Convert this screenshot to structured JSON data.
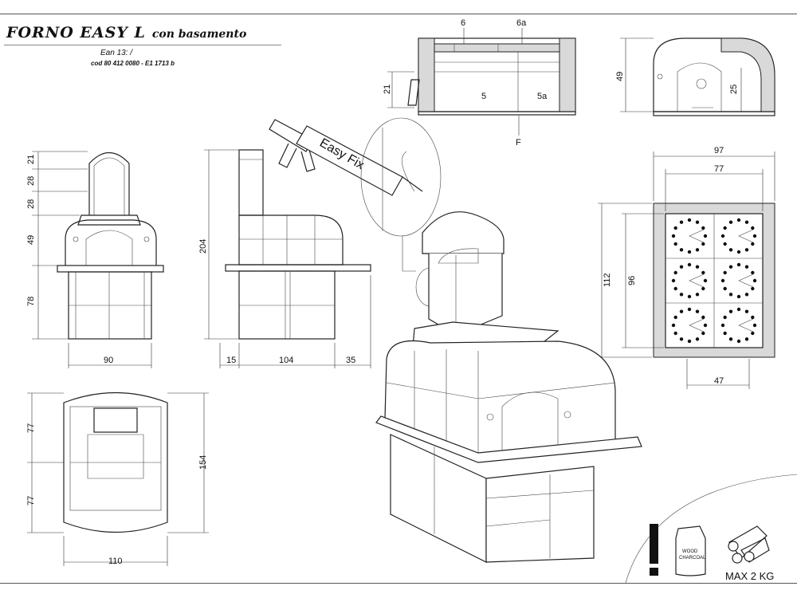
{
  "title": {
    "main": "FORNO EASY L",
    "sub": "con basamento",
    "ean": "Ean 13:  /",
    "code": "cod 80 412 0080 - E1 1713 b"
  },
  "front_view": {
    "dims": {
      "chimney_top": "21",
      "chimney_mid": "28",
      "chimney_low": "28",
      "oven": "49",
      "base": "78",
      "width": "90"
    }
  },
  "side_view": {
    "dims": {
      "height": "204",
      "left": "15",
      "depth": "104",
      "right": "35"
    }
  },
  "top_view": {
    "dims": {
      "upper": "77",
      "lower": "77",
      "depth": "154",
      "width": "110"
    }
  },
  "section_view": {
    "labels": {
      "p6": "6",
      "p6a": "6a",
      "p5": "5",
      "p5a": "5a",
      "f": "F",
      "h21": "21"
    }
  },
  "side_section": {
    "dims": {
      "height": "49",
      "inner": "25"
    }
  },
  "plan_view": {
    "dims": {
      "outer_w": "97",
      "inner_w": "77",
      "outer_d": "112",
      "inner_d": "96",
      "mouth": "47"
    }
  },
  "glue_gun": {
    "label": "Easy Fix"
  },
  "warning": {
    "bag_label_1": "WOOD",
    "bag_label_2": "CHARCOAL",
    "max_load": "MAX 2 KG"
  }
}
